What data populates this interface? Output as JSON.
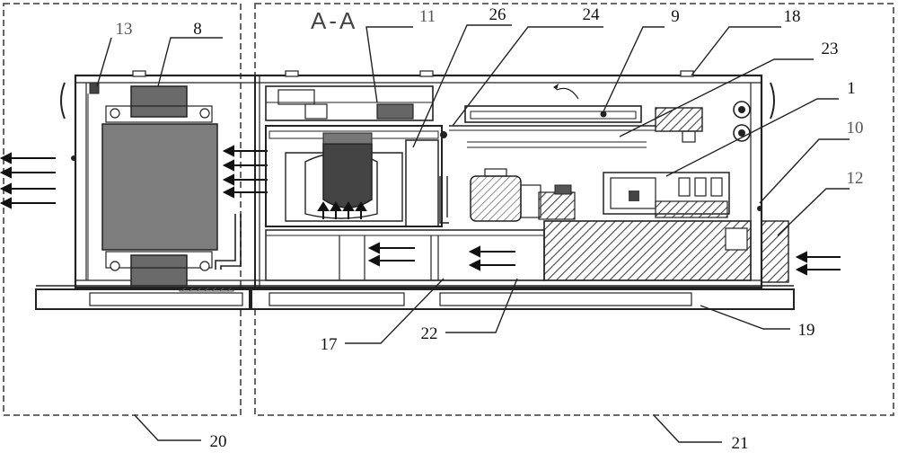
{
  "section_title": "A-A",
  "labels": {
    "l13": "13",
    "l8": "8",
    "l11": "11",
    "l26": "26",
    "l24": "24",
    "l9": "9",
    "l18": "18",
    "l23": "23",
    "l1": "1",
    "l10": "10",
    "l12": "12",
    "l17": "17",
    "l22": "22",
    "l19": "19",
    "l20": "20",
    "l21": "21"
  },
  "colors": {
    "line": "#222222",
    "dashed_boundary": "#555555",
    "core_fill": "#8a8a8a",
    "coil_fill": "#555555",
    "hatch": "#444444"
  }
}
